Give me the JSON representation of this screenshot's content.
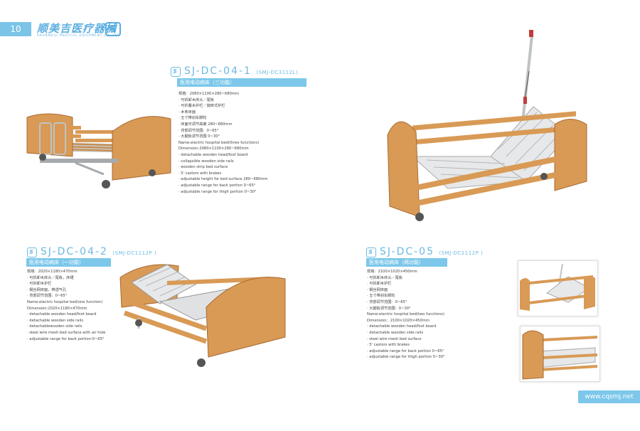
{
  "header": {
    "page_number": "10",
    "brand_name": "顺美吉医疗器械",
    "brand_sub": "SHUNMEIJI MEDICAL EQUIPMENT CO.,LTD",
    "brand_logo": "SJ"
  },
  "products": [
    {
      "model": "SJ-DC-04-1",
      "code": "(SMJ-DC3112L)",
      "cn_title": "医用电动病床（三功能）",
      "specs": [
        "规格：2080×1100×280~680mm",
        "· 可拆卸木床头／尾板",
        "· 可折叠木护栏／旋转式护栏",
        "· 木条床面",
        "· 五寸带刹车脚轮",
        "· 床面可调节高度 280~680mm",
        "· 背部调节范围：0~65°",
        "· 大腿板调节范围 0~30°",
        "Name:electric hospital bed(three functions)",
        "Dimension:2080×1100×280~680mm",
        "· detachable wooden head/foot board",
        "· collapsible wooden side rails",
        "· wooden strip bed surface",
        "· 5' castors with brakes",
        "· adjustable height for bed surface 280~680mm",
        "· adjustable range for back portion 0~65°",
        "· adjustable range for thigh portion 0~30°"
      ]
    },
    {
      "model": "SJ-DC-04-2",
      "code": "(SMJ-DC1112P )",
      "cn_title": "医用电动病床（一功能）",
      "specs": [
        "规格：2020×1180×470mm",
        "· 可拆卸木床头／尾板，床裙",
        "· 可拆卸木护栏",
        "· 钢丝网床面，带透气孔",
        "· 背部调节范围：0~65°",
        "Name:electric hospital bed(one function)",
        "Dimension:2020×1180×470mm",
        "· detachable wooden head/foot board",
        "· detachable wooden side rails",
        "· detachablewooden side rails",
        "· steel wire mesh bed surface with air hole",
        "· adjustable range for back portion:0~65°"
      ]
    },
    {
      "model": "SJ-DC-05",
      "code": "(SMJ-DC2112P )",
      "cn_title": "医用电动病床（两功能）",
      "specs": [
        "规格：2100×1020×450mm",
        "· 可拆卸木床头／尾板",
        "· 可拆卸木护栏",
        "· 钢丝网床面",
        "· 五寸带刹车脚轮",
        "· 背部调节范围：0~65°",
        "· 大腿板调节范围：0~30°",
        "Name:electric hospital bed(two functions)",
        "Dimension：2100×1020×450mm",
        "· detachable wooden head/foot board",
        "· detachable wooden side rails",
        "· steel wire mesh bed surface",
        "· 5' castors with brakes",
        "· adjustable range for back portion 0~65°",
        "· adjustable range for thigh portion 0~30°"
      ]
    }
  ],
  "footer": {
    "website": "www.cqsmj.net"
  },
  "colors": {
    "accent": "#7cc7ea",
    "wood": "#d89a55",
    "wood_dark": "#b8733a",
    "metal": "#bfc3c6"
  }
}
